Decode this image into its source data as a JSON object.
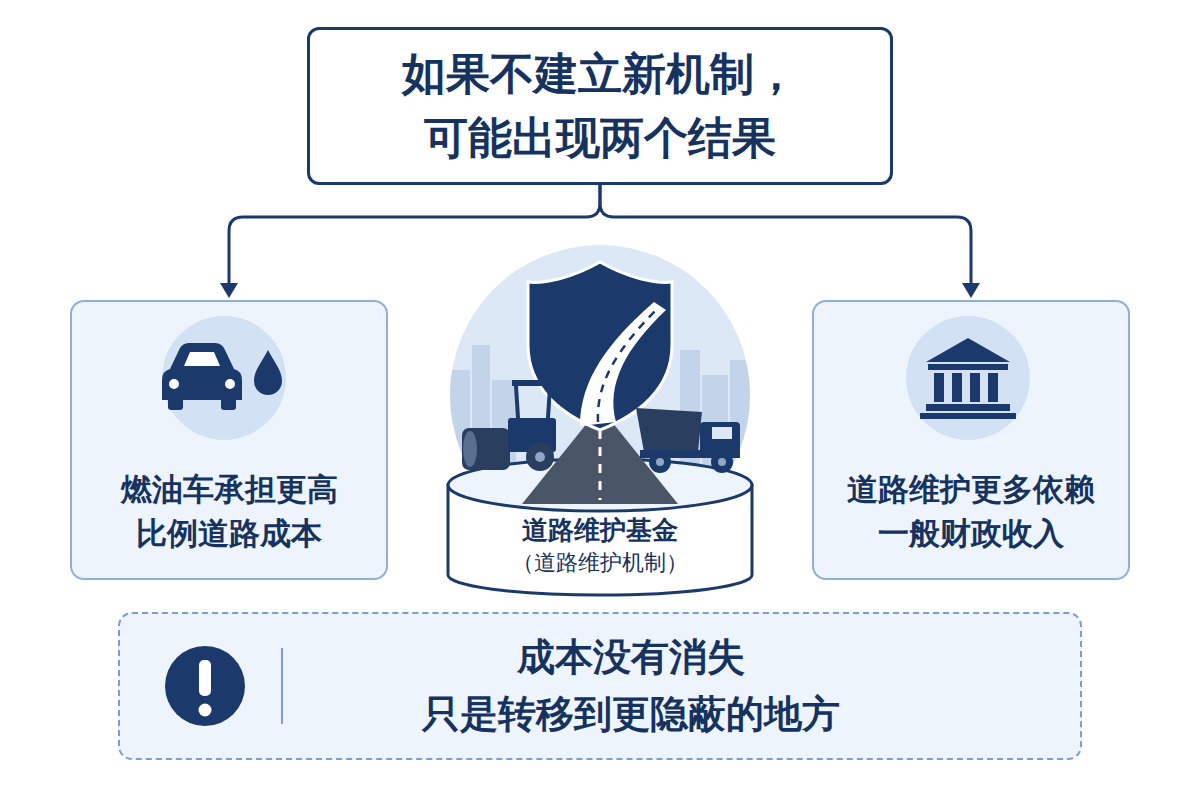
{
  "diagram": {
    "nodes": [
      {
        "text": [
          "如果不建立新机制， 可能出现两个结果"
        ]
      },
      {
        "text": [
          "燃油车承担更高 比例道路成本"
        ]
      },
      {
        "text": [
          "道路维护基金",
          "（道路维护机制）"
        ]
      },
      {
        "text": [
          "道路维护更多依赖 一般财政收入"
        ]
      },
      {
        "text": [
          "成本没有消失 只是转移到更隐蔽的地方"
        ]
      }
    ],
    "edges": [
      {
        "from": 0,
        "to": 1,
        "arrow": "to"
      },
      {
        "from": 0,
        "to": 3,
        "arrow": "to"
      }
    ]
  }
}
